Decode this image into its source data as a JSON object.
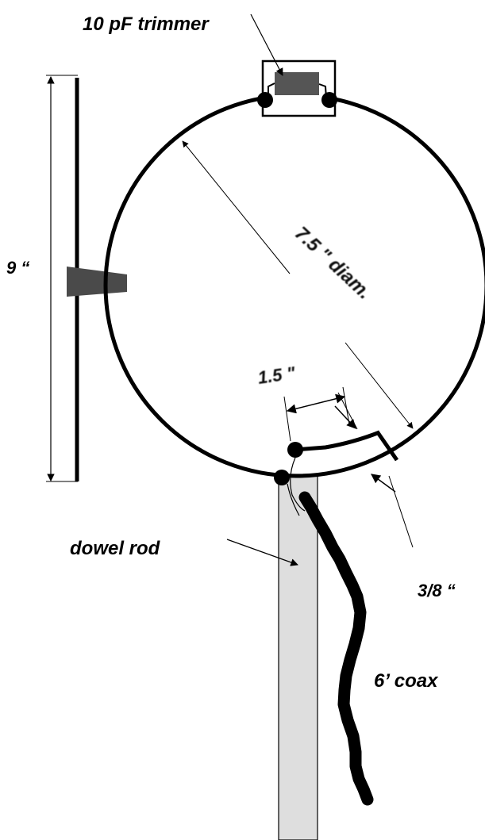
{
  "labels": {
    "trimmer": "10 pF trimmer",
    "height": "9 “",
    "diameter": "7.5 \" diam.",
    "tap_spacing": "1.5 \"",
    "gap": "3/8 “",
    "dowel": "dowel rod",
    "coax": "6’ coax"
  },
  "colors": {
    "line": "#000000",
    "trimmer_body": "#555555",
    "dowel_fill": "#dedede",
    "mount_block": "#4a4a4a"
  }
}
